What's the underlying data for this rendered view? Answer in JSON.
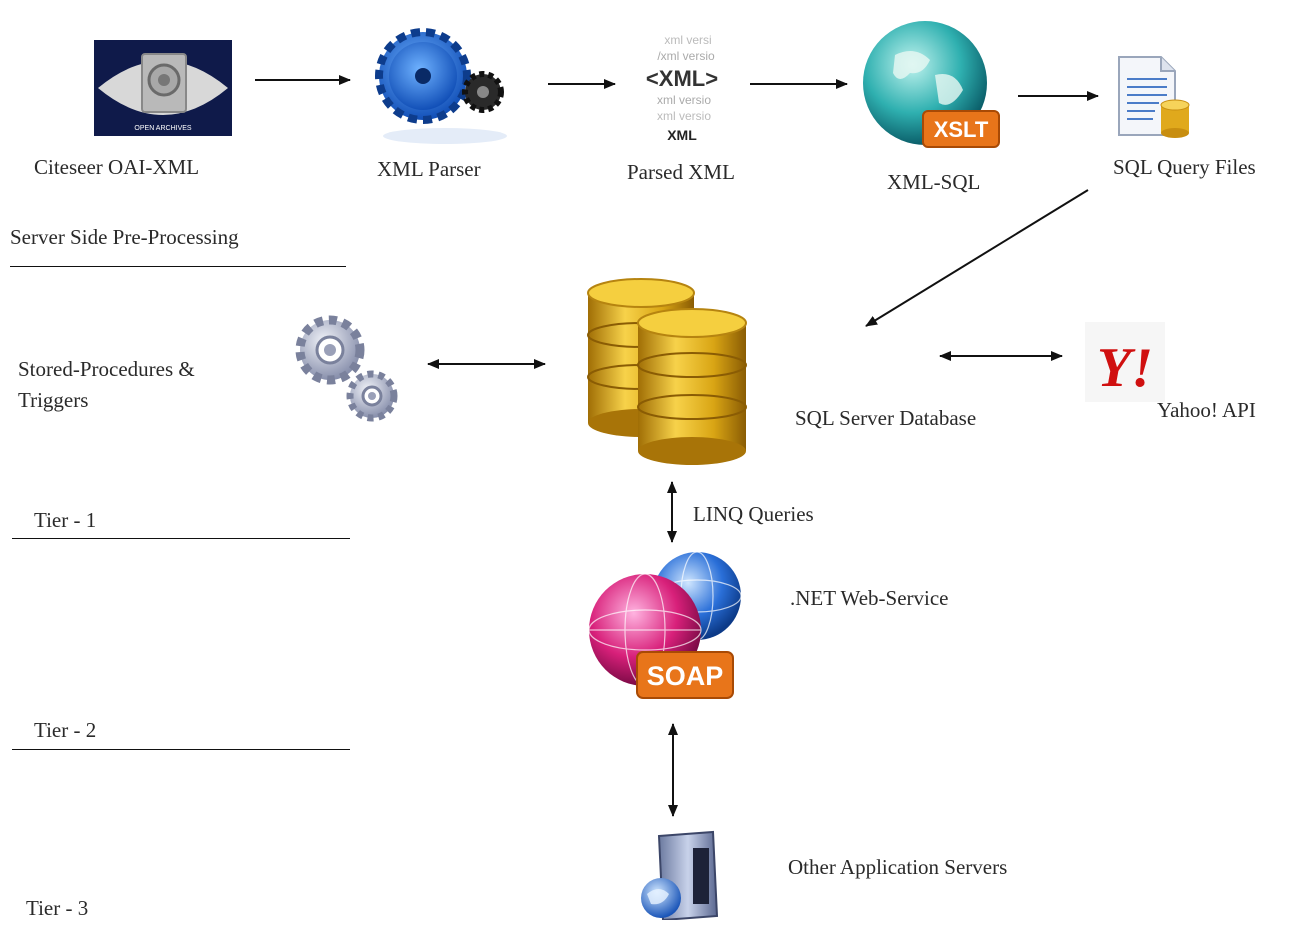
{
  "nodes": {
    "citeseer": {
      "label": "Citeseer OAI-XML",
      "badge": "OPEN ARCHIVES"
    },
    "parser": {
      "label": "XML Parser"
    },
    "parsed": {
      "label": "Parsed XML",
      "lines": [
        "xml versi",
        "/xml versio",
        "<XML>",
        "xml versio",
        "xml versio",
        "XML"
      ]
    },
    "xmlsql": {
      "label": "XML-SQL",
      "badge": "XSLT"
    },
    "sqlfiles": {
      "label": "SQL Query Files"
    },
    "stored": {
      "label_line1": "Stored-Procedures &",
      "label_line2": "Triggers"
    },
    "database": {
      "label": "SQL Server Database"
    },
    "yahoo": {
      "label": "Yahoo! API",
      "logo": "Y!"
    },
    "linq": {
      "label": "LINQ Queries"
    },
    "webservice": {
      "label": ".NET Web-Service",
      "badge": "SOAP"
    },
    "appservers": {
      "label": "Other Application Servers"
    }
  },
  "sections": {
    "preprocessing": "Server Side Pre-Processing",
    "tier1": "Tier - 1",
    "tier2": "Tier - 2",
    "tier3": "Tier - 3"
  },
  "icons": {
    "citeseer": "open-archives-eye-icon",
    "parser": "blue-gears-icon",
    "parsed": "xml-document-icon",
    "xmlsql": "globe-xslt-icon",
    "sqlfiles": "sql-file-icon",
    "stored": "silver-gears-icon",
    "database": "gold-database-icon",
    "yahoo": "yahoo-logo-icon",
    "webservice": "soap-globe-icon",
    "appservers": "server-globe-icon"
  },
  "colors": {
    "arrow": "#111111",
    "gold": "#d9a514",
    "blue": "#2a6fd8",
    "xslt_orange": "#e8751a",
    "yahoo_red": "#d01010",
    "soap_pink": "#d8207a"
  }
}
